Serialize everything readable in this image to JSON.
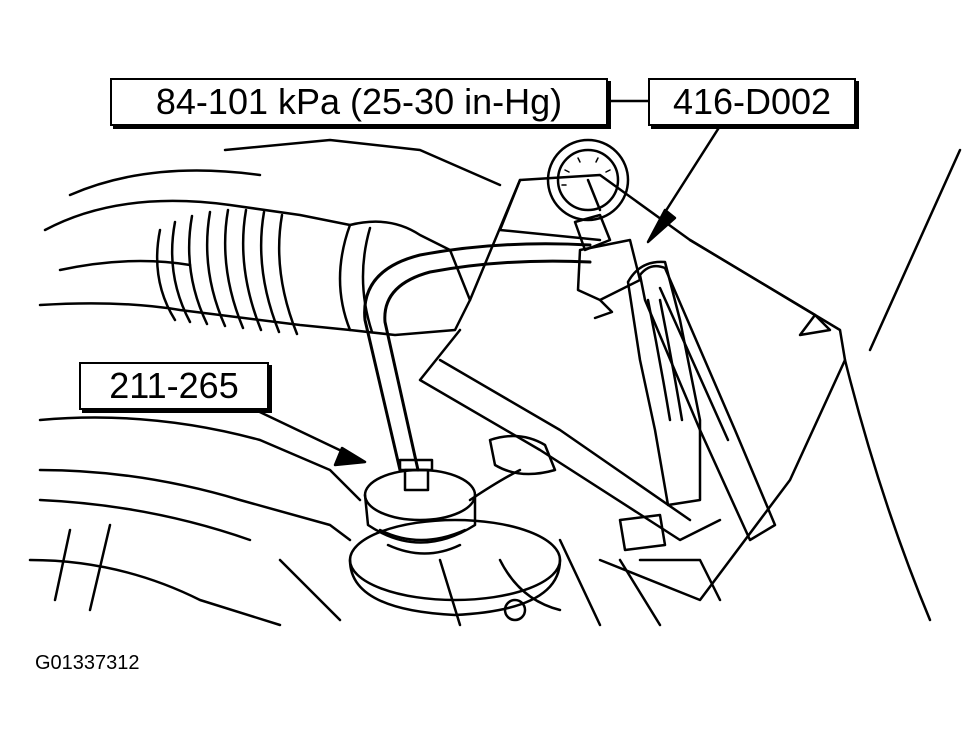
{
  "callouts": {
    "spec": "84-101 kPa (25-30 in-Hg)",
    "tool_pump": "416-D002",
    "tool_adapter": "211-265"
  },
  "figure_id": "G01337312",
  "colors": {
    "ink": "#000000",
    "paper": "#ffffff"
  }
}
